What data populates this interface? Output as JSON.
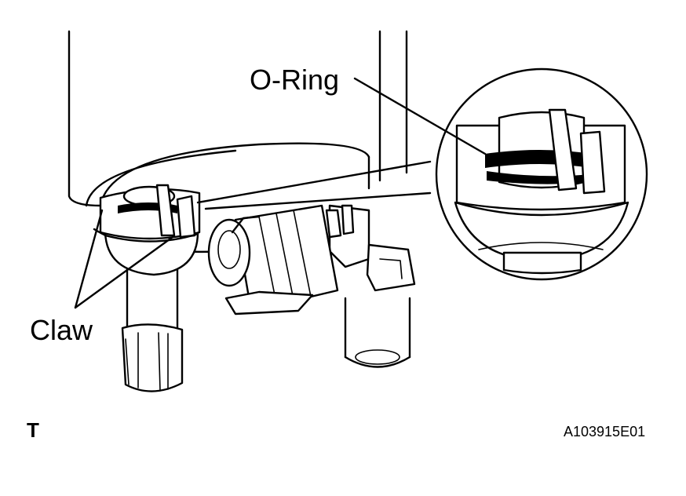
{
  "labels": {
    "o_ring": "O-Ring",
    "claw": "Claw",
    "view_mark": "T",
    "figure_code": "A103915E01"
  },
  "colors": {
    "line": "#000000",
    "background": "#ffffff"
  }
}
